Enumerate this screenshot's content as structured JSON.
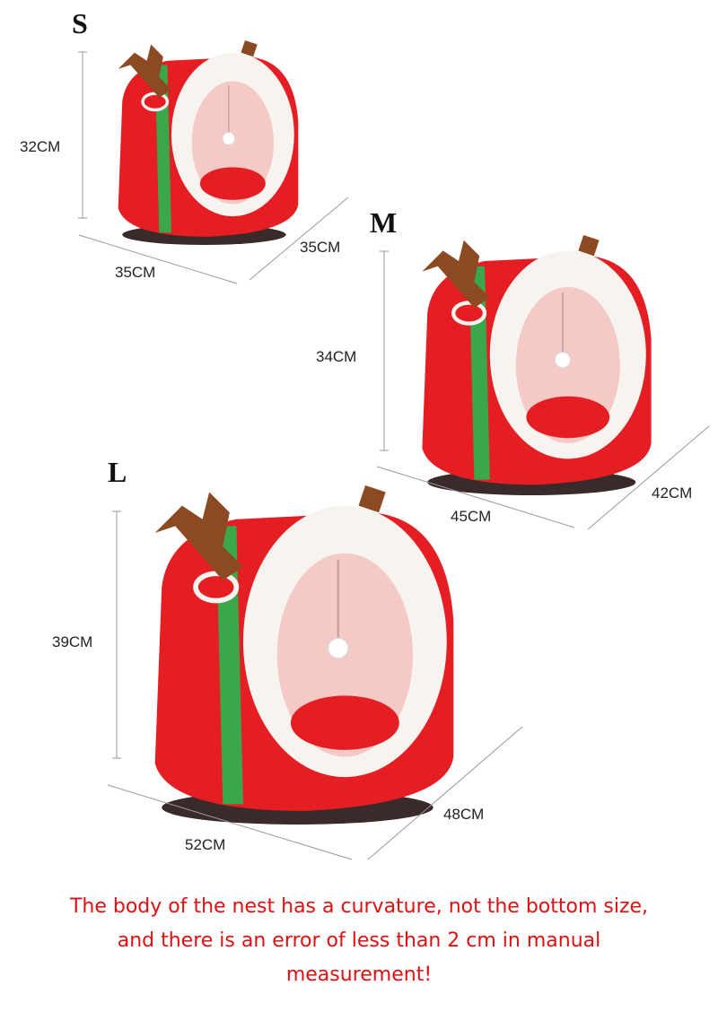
{
  "sizes": {
    "s": {
      "label": "S",
      "height": "32CM",
      "width": "35CM",
      "depth": "35CM"
    },
    "m": {
      "label": "M",
      "height": "34CM",
      "width": "45CM",
      "depth": "42CM"
    },
    "l": {
      "label": "L",
      "height": "39CM",
      "width": "52CM",
      "depth": "48CM"
    }
  },
  "note": {
    "line1": "The body of the nest has a curvature, not the bottom size,",
    "line2": "and there is an error of less than 2 cm in manual",
    "line3": "measurement!"
  },
  "colors": {
    "body_red": "#e51e24",
    "stripe_green": "#3aa84a",
    "fleece_white": "#f7f4ef",
    "antler_brown": "#8b4a22",
    "note_red": "#e01010"
  }
}
